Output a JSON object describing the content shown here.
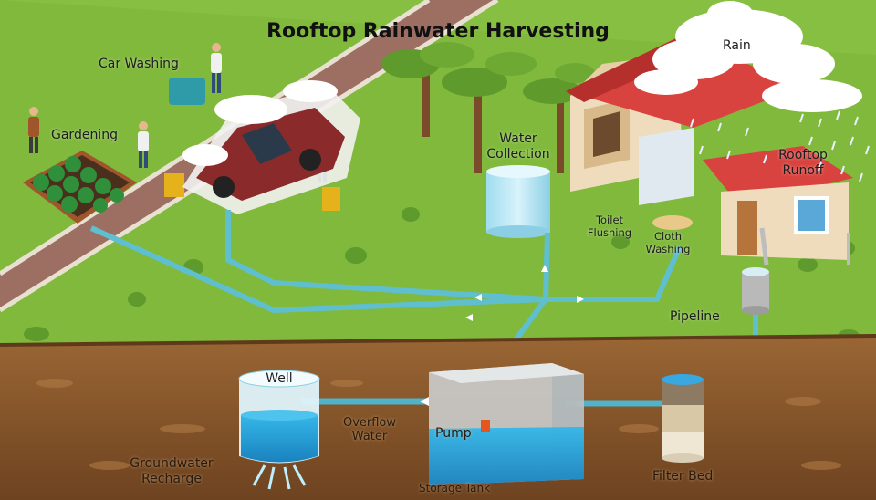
{
  "title": "Rooftop Rainwater Harvesting",
  "labels": {
    "car_washing": "Car Washing",
    "gardening": "Gardening",
    "water_collection": [
      "Water",
      "Collection"
    ],
    "rain": "Rain",
    "rooftop_runoff": [
      "Rooftop",
      "Runoff"
    ],
    "toilet_flushing": [
      "Toilet",
      "Flushing"
    ],
    "cloth_washing": [
      "Cloth",
      "Washing"
    ],
    "pipeline": "Pipeline",
    "well": "Well",
    "overflow_water": [
      "Overflow",
      "Water"
    ],
    "pump": "Pump",
    "groundwater_recharge": [
      "Groundwater",
      "Recharge"
    ],
    "storage_tank": "Storage Tank",
    "filter_bed": "Filter Bed"
  },
  "colors": {
    "grass": "#7fb83a",
    "soil": "#8a5a2e",
    "pipe": "#4fb3c9",
    "water": "#2aa3d6",
    "roof": "#d9433f"
  }
}
